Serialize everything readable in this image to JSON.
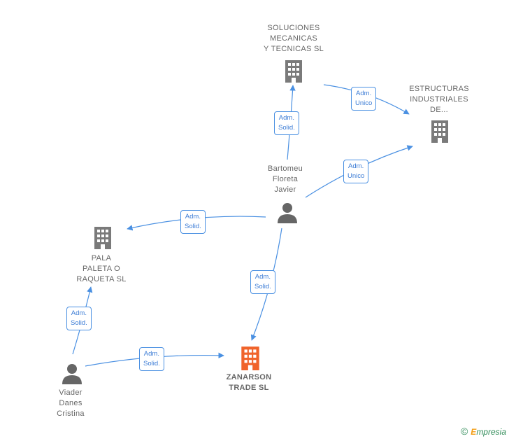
{
  "nodes": {
    "soluciones": {
      "label": "SOLUCIONES\nMECANICAS\nY TECNICAS SL",
      "icon": "building-icon"
    },
    "estructuras": {
      "label": "ESTRUCTURAS\nINDUSTRIALES\nDE...",
      "icon": "building-icon"
    },
    "bartomeu": {
      "label": "Bartomeu\nFloreta\nJavier",
      "icon": "person-icon"
    },
    "pala": {
      "label": "PALA\nPALETA O\nRAQUETA  SL",
      "icon": "building-icon"
    },
    "zanarson": {
      "label": "ZANARSON\nTRADE  SL",
      "icon": "building-icon"
    },
    "viader": {
      "label": "Viader\nDanes\nCristina",
      "icon": "person-icon"
    }
  },
  "edges": [
    {
      "from": "bartomeu",
      "to": "soluciones",
      "label": "Adm.\nSolid."
    },
    {
      "from": "soluciones",
      "to": "estructuras",
      "label": "Adm.\nUnico"
    },
    {
      "from": "bartomeu",
      "to": "estructuras",
      "label": "Adm.\nUnico"
    },
    {
      "from": "bartomeu",
      "to": "pala",
      "label": "Adm.\nSolid."
    },
    {
      "from": "bartomeu",
      "to": "zanarson",
      "label": "Adm.\nSolid."
    },
    {
      "from": "viader",
      "to": "pala",
      "label": "Adm.\nSolid."
    },
    {
      "from": "viader",
      "to": "zanarson",
      "label": "Adm.\nSolid."
    }
  ],
  "colors": {
    "edge": "#4a90e2",
    "building": "#7a7a7a",
    "main_building": "#f0632a",
    "person": "#666666"
  },
  "brand": {
    "symbol": "©",
    "first": "E",
    "rest": "mpresia"
  }
}
